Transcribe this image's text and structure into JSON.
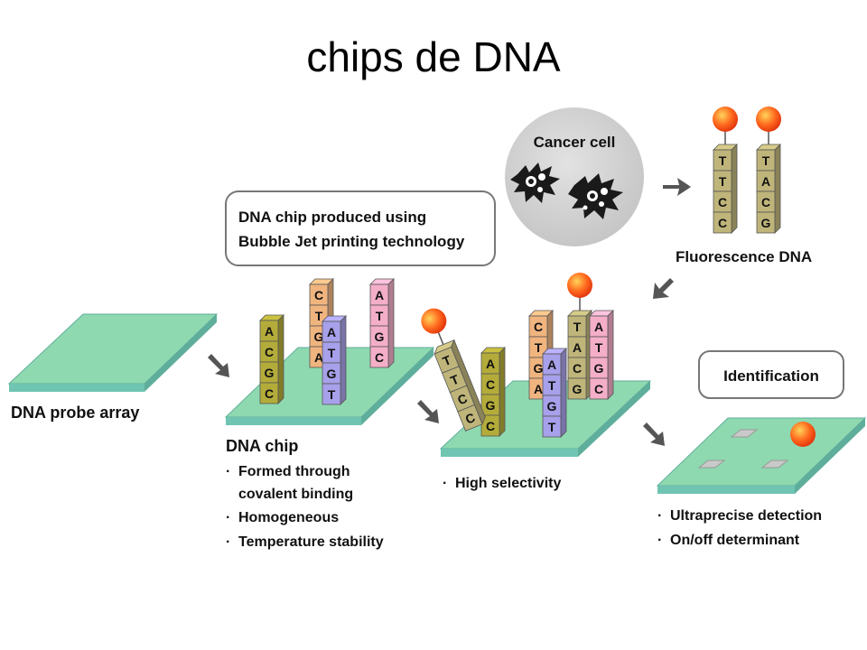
{
  "title": "chips de DNA",
  "colors": {
    "plate_top": "#8fd9b0",
    "plate_edge": "#5fae9c",
    "probe_olive": "#b4ac3a",
    "probe_orange": "#f0b47f",
    "probe_purple": "#a7a0ea",
    "probe_pink": "#f4aec8",
    "probe_khaki": "#bfb57a",
    "fluor_ball": "#ff5a1e",
    "arrow": "#555555",
    "cell_circle": "#cfcfcf"
  },
  "callout_bubble_jet": {
    "line1": "DNA chip produced using",
    "line2": "Bubble Jet printing technology"
  },
  "cancer_cell_label": "Cancer cell",
  "fluorescence_label": "Fluorescence DNA",
  "probe_array_label": "DNA probe array",
  "dna_chip": {
    "title": "DNA chip",
    "bullets": [
      "Formed through",
      "covalent binding",
      "Homogeneous",
      "Temperature stability"
    ],
    "bullet_marks": [
      "·",
      "",
      "·",
      "·"
    ]
  },
  "selectivity_bullet": "High selectivity",
  "identification_label": "Identification",
  "detection_bullets": [
    "Ultraprecise detection",
    "On/off determinant"
  ],
  "sequences": {
    "fluor_1": [
      "T",
      "T",
      "C",
      "C"
    ],
    "fluor_2": [
      "T",
      "A",
      "C",
      "G"
    ],
    "chip_olive": [
      "A",
      "C",
      "G",
      "C"
    ],
    "chip_orange": [
      "C",
      "T",
      "G",
      "A"
    ],
    "chip_purple": [
      "A",
      "T",
      "G",
      "T"
    ],
    "chip_pink": [
      "A",
      "T",
      "G",
      "C"
    ],
    "sel_tilted": [
      "T",
      "T",
      "C",
      "C"
    ],
    "sel_olive": [
      "A",
      "C",
      "G",
      "C"
    ],
    "sel_orange": [
      "C",
      "T",
      "G",
      "A"
    ],
    "sel_purple": [
      "A",
      "T",
      "G",
      "T"
    ],
    "sel_khaki": [
      "T",
      "A",
      "C",
      "G"
    ],
    "sel_pink": [
      "A",
      "T",
      "G",
      "C"
    ]
  }
}
